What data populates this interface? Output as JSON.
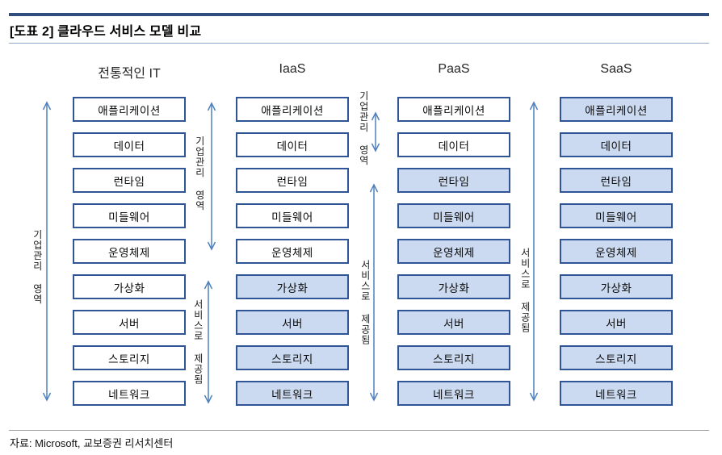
{
  "page": {
    "title": "[도표 2] 클라우드 서비스 모델 비교",
    "source": "자료: Microsoft, 교보증권 리서치센터"
  },
  "colors": {
    "accent_bar": "#2F4E7D",
    "box_border": "#2F5597",
    "box_fill_service": "#CBDAF0",
    "box_fill_managed": "#FFFFFF",
    "arrow": "#4F81BD",
    "rule_title": "#8FA7C6",
    "rule_bottom": "#A6A6A6"
  },
  "layers": [
    "애플리케이션",
    "데이터",
    "런타임",
    "미들웨어",
    "운영체제",
    "가상화",
    "서버",
    "스토리지",
    "네트워크"
  ],
  "columns": [
    {
      "key": "traditional",
      "header": "전통적인 IT",
      "service_layers": 0
    },
    {
      "key": "iaas",
      "header": "IaaS",
      "service_layers": 4
    },
    {
      "key": "paas",
      "header": "PaaS",
      "service_layers": 7
    },
    {
      "key": "saas",
      "header": "SaaS",
      "service_layers": 9
    }
  ],
  "annotations": {
    "managed_label": "기업관리 영역",
    "service_label": "서비스로 제공됨"
  }
}
